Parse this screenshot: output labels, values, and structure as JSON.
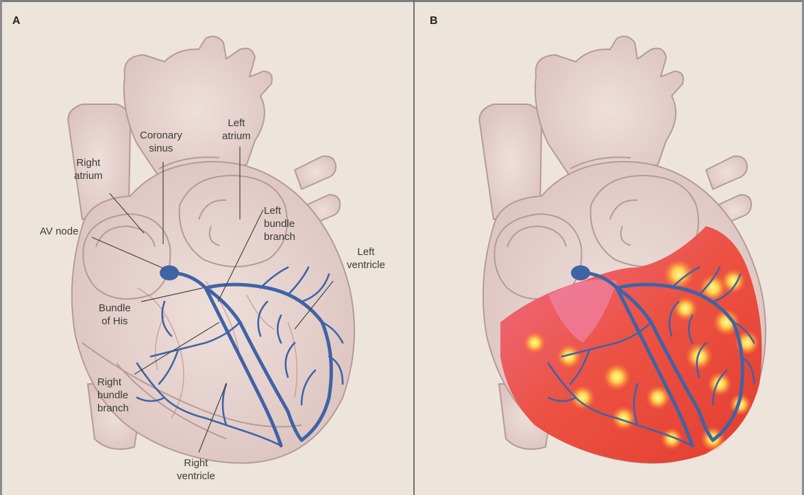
{
  "panels": {
    "a": {
      "letter": "A"
    },
    "b": {
      "letter": "B"
    }
  },
  "labels": {
    "coronary_sinus": [
      "Coronary",
      "sinus"
    ],
    "left_atrium": [
      "Left",
      "atrium"
    ],
    "right_atrium": [
      "Right",
      "atrium"
    ],
    "left_bundle_branch": [
      "Left",
      "bundle",
      "branch"
    ],
    "av_node": "AV node",
    "left_ventricle": [
      "Left",
      "ventricle"
    ],
    "bundle_of_his": [
      "Bundle",
      "of His"
    ],
    "right_bundle_branch": [
      "Right",
      "bundle",
      "branch"
    ],
    "right_ventricle": [
      "Right",
      "ventricle"
    ]
  },
  "colors": {
    "background": "#ede5dc",
    "heart_fill": "#e9d6d2",
    "heart_outline": "#b49a98",
    "conduction": "#3f63a6",
    "activation_red": "#e8412c",
    "activation_yellow": "#ffe95c"
  }
}
